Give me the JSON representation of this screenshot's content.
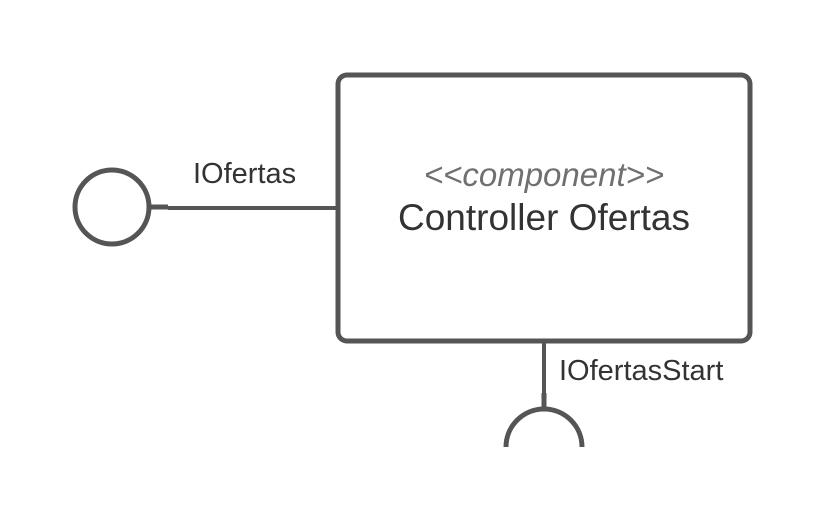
{
  "diagram": {
    "component": {
      "stereotype": "<<component>>",
      "name": "Controller Ofertas"
    },
    "provided_interface": {
      "label": "IOfertas"
    },
    "required_interface": {
      "label": "IOfertasStart"
    },
    "colors": {
      "stroke": "#555555",
      "text": "#333333",
      "stereotype_text": "#707070",
      "background": "#ffffff"
    }
  }
}
